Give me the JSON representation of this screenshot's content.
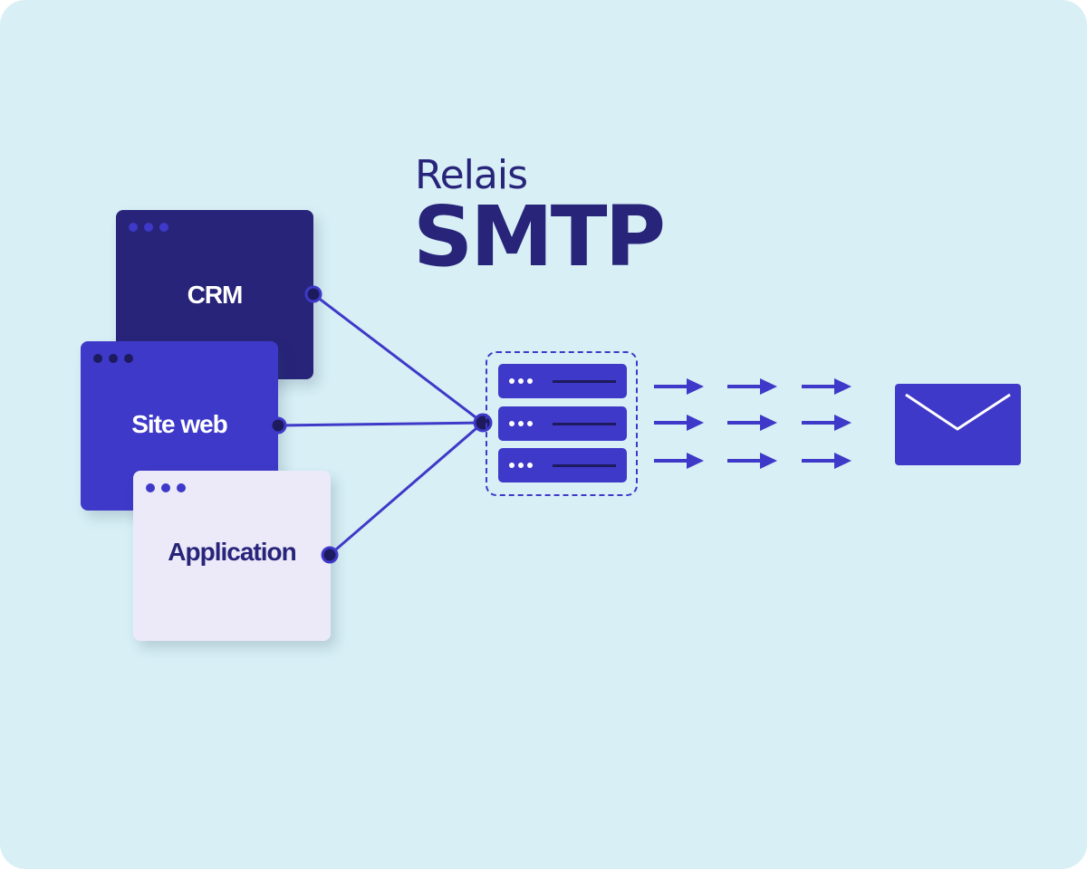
{
  "title": {
    "line1": "Relais",
    "line2": "SMTP"
  },
  "sources": [
    {
      "label": "CRM"
    },
    {
      "label": "Site web"
    },
    {
      "label": "Application"
    }
  ],
  "colors": {
    "background": "#d7eff5",
    "navy": "#27247a",
    "indigo": "#3e39c8",
    "lavender": "#eceaf9",
    "white": "#ffffff"
  },
  "icons": {
    "servers": "server-stack-icon",
    "arrows": "arrow-right-icon",
    "envelope": "envelope-icon"
  }
}
